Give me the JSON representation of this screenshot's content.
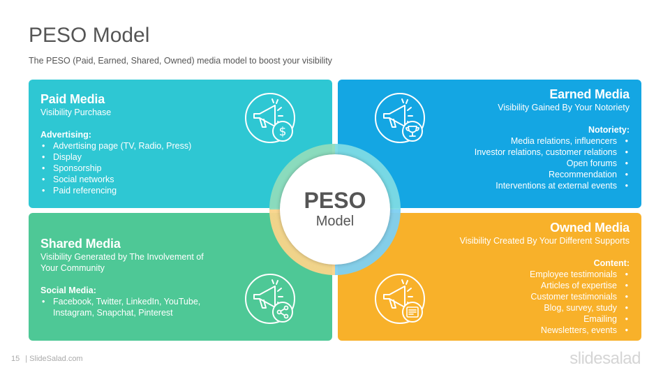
{
  "header": {
    "title": "PESO Model",
    "subtitle": "The PESO (Paid, Earned, Shared, Owned) media model to boost your visibility"
  },
  "paid": {
    "title": "Paid Media",
    "subtitle": "Visibility Purchase",
    "category": "Advertising:",
    "items": [
      "Advertising page (TV, Radio, Press)",
      "Display",
      "Sponsorship",
      "Social networks",
      "Paid referencing"
    ],
    "icon": "megaphone-dollar-icon"
  },
  "earned": {
    "title": "Earned Media",
    "subtitle": "Visibility Gained By Your Notoriety",
    "category": "Notoriety:",
    "items": [
      "Media relations, influencers",
      "Investor relations, customer relations",
      "Open forums",
      "Recommendation",
      "Interventions at external events"
    ],
    "icon": "megaphone-trophy-icon"
  },
  "shared": {
    "title": "Shared Media",
    "subtitle_line1": "Visibility Generated by The Involvement of",
    "subtitle_line2": "Your Community",
    "category": "Social Media:",
    "items_line1": "Facebook, Twitter, LinkedIn, YouTube,",
    "items_line2": "Instagram,  Snapchat, Pinterest",
    "icon": "megaphone-share-icon"
  },
  "owned": {
    "title": "Owned Media",
    "subtitle": "Visibility Created By Your Different Supports",
    "category": "Content:",
    "items": [
      "Employee testimonials",
      "Articles of expertise",
      "Customer testimonials",
      "Blog, survey, study",
      "Emailing",
      "Newsletters, events"
    ],
    "icon": "megaphone-document-icon"
  },
  "center": {
    "title": "PESO",
    "subtitle": "Model"
  },
  "footer": {
    "page_number": "15",
    "source": "| SlideSalad.com",
    "brand": "slidesalad"
  },
  "colors": {
    "paid": "#2ec7d3",
    "earned": "#14a6e3",
    "shared": "#4ec896",
    "owned": "#f8b12a"
  }
}
